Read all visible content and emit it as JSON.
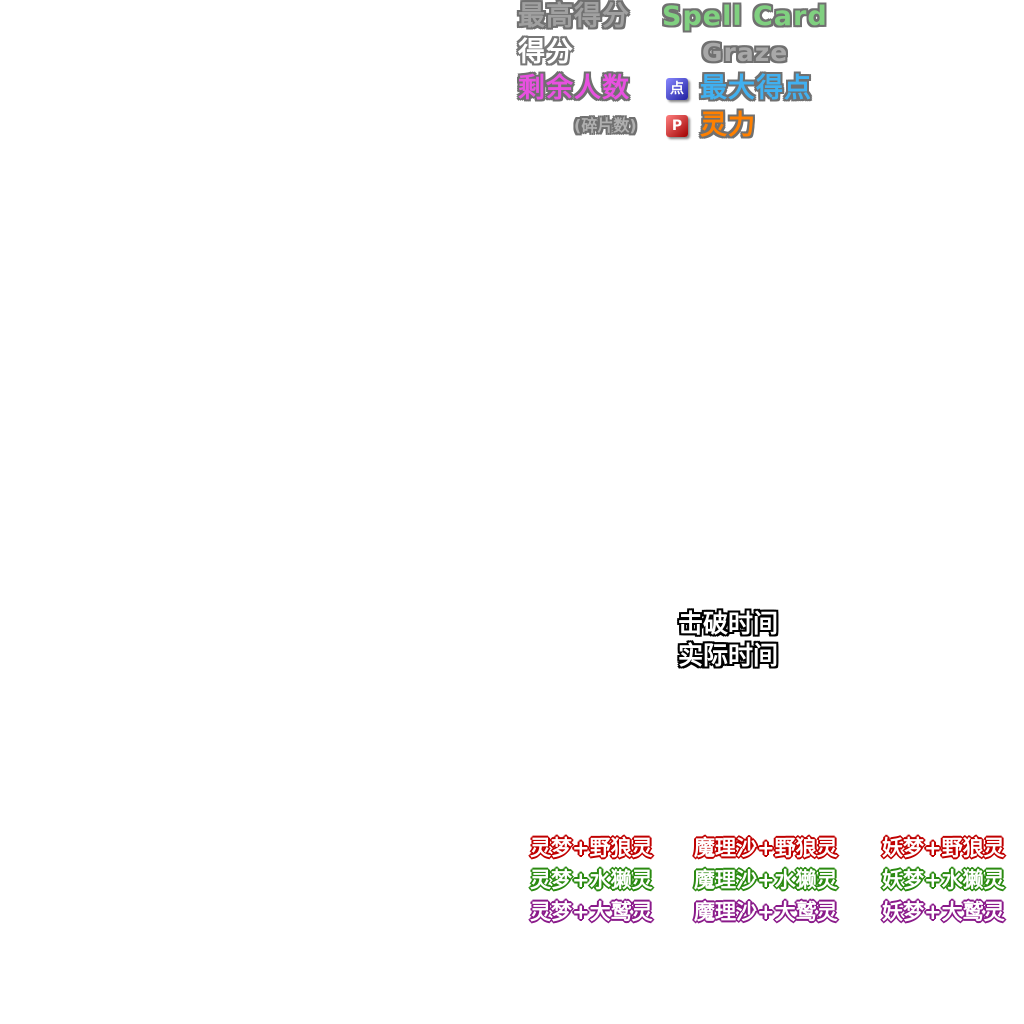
{
  "hud": {
    "hiscore": "最高得分",
    "score": "得分",
    "player": "剩余人数",
    "fragments": "(碎片数)",
    "spell_card": "Spell Card",
    "graze": "Graze",
    "max_point": "最大得点",
    "power": "灵力",
    "point_icon": "点",
    "power_icon": "P"
  },
  "timer": {
    "defeat_time": "击破时间",
    "real_time": "实际时间"
  },
  "combos": [
    [
      "灵梦+野狼灵",
      "魔理沙+野狼灵",
      "妖梦+野狼灵"
    ],
    [
      "灵梦+水獭灵",
      "魔理沙+水獭灵",
      "妖梦+水獭灵"
    ],
    [
      "灵梦+大鹫灵",
      "魔理沙+大鹫灵",
      "妖梦+大鹫灵"
    ]
  ],
  "colors": {
    "spell_card": "#80d080",
    "max_point": "#40b0f0",
    "power": "#ff8000",
    "player": "#e850e0",
    "red": "#c00000",
    "green": "#2a8a10",
    "purple": "#8a1a8a"
  }
}
